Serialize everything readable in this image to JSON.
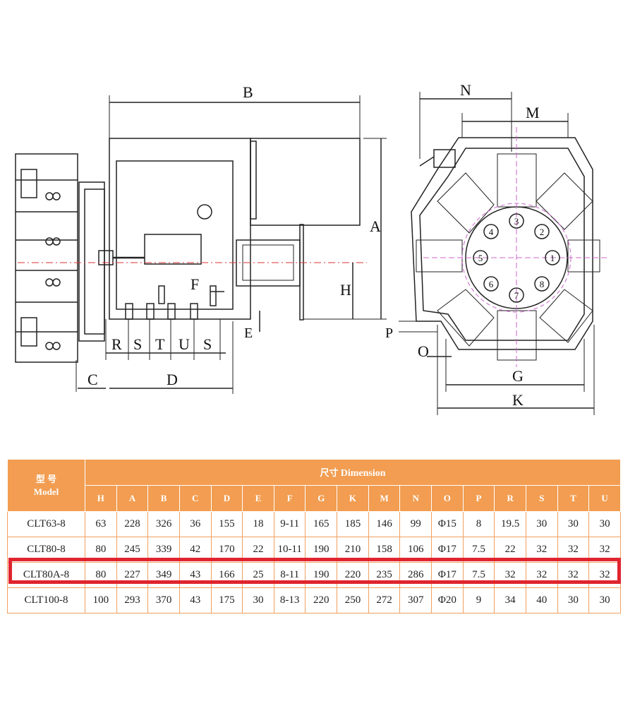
{
  "drawing": {
    "side_view_labels": [
      "B",
      "A",
      "H",
      "F",
      "E",
      "R",
      "S",
      "T",
      "U",
      "S",
      "C",
      "D"
    ],
    "front_view_labels": [
      "N",
      "M",
      "P",
      "O",
      "G",
      "K"
    ],
    "station_numbers": [
      "1",
      "2",
      "3",
      "4",
      "5",
      "6",
      "7",
      "8"
    ]
  },
  "table": {
    "model_header_cn": "型 号",
    "model_header_en": "Model",
    "dimension_header_cn": "尺寸",
    "dimension_header_en": "Dimension",
    "columns": [
      "H",
      "A",
      "B",
      "C",
      "D",
      "E",
      "F",
      "G",
      "K",
      "M",
      "N",
      "O",
      "P",
      "R",
      "S",
      "T",
      "U"
    ],
    "rows": [
      {
        "model": "CLT63-8",
        "values": [
          "63",
          "228",
          "326",
          "36",
          "155",
          "18",
          "9-11",
          "165",
          "185",
          "146",
          "99",
          "Φ15",
          "8",
          "19.5",
          "30",
          "30",
          "30"
        ]
      },
      {
        "model": "CLT80-8",
        "values": [
          "80",
          "245",
          "339",
          "42",
          "170",
          "22",
          "10-11",
          "190",
          "210",
          "158",
          "106",
          "Φ17",
          "7.5",
          "22",
          "32",
          "32",
          "32"
        ]
      },
      {
        "model": "CLT80A-8",
        "values": [
          "80",
          "227",
          "349",
          "43",
          "166",
          "25",
          "8-11",
          "190",
          "220",
          "235",
          "286",
          "Φ17",
          "7.5",
          "32",
          "32",
          "32",
          "32"
        ]
      },
      {
        "model": "CLT100-8",
        "values": [
          "100",
          "293",
          "370",
          "43",
          "175",
          "30",
          "8-13",
          "220",
          "250",
          "272",
          "307",
          "Φ20",
          "9",
          "34",
          "40",
          "30",
          "30"
        ]
      }
    ],
    "highlighted_row": "CLT80A-8",
    "highlight_color": "#e0242e",
    "header_color": "#f29d51"
  }
}
